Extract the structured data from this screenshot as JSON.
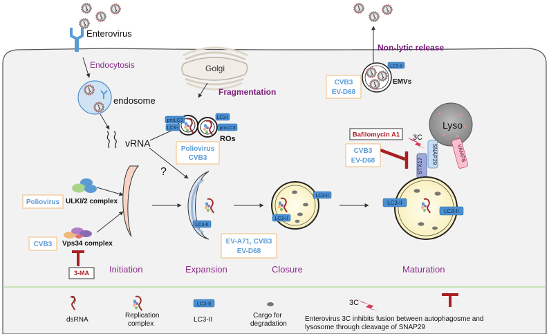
{
  "labels": {
    "enterovirus": "Enterovirus",
    "endocytosis": "Endocytosis",
    "endosome": "endosome",
    "golgi": "Golgi",
    "fragmentation": "Fragmentation",
    "vrna": "vRNA",
    "question": "?",
    "ros": "ROs",
    "non_lytic_release": "Non-lytic release",
    "emvs": "EMVs",
    "lyso": "Lyso",
    "bafilomycin": "Bafilomycin A1",
    "ulk_complex": "ULKI/2 complex",
    "vps34_complex": "Vps34 complex",
    "three_ma": "3-MA",
    "three_c": "3C"
  },
  "protein_labels": {
    "prolc3": "proLC3",
    "lc3_i": "LC3-I",
    "lc3_ii": "LC3-II",
    "stx17": "STX17",
    "snap29": "SNAP29",
    "vamp8": "VAMP8"
  },
  "virus_boxes": {
    "emvs_line1": "CVB3",
    "emvs_line2": "EV-D68",
    "ros_line1": "Poliovirus",
    "ros_line2": "CVB3",
    "maturation_line1": "CVB3",
    "maturation_line2": "EV-D68",
    "ulk": "Poliovirus",
    "vps34": "CVB3",
    "expansion_line1": "EV-A71, CVB3",
    "expansion_line2": "EV-D68"
  },
  "stages": {
    "initiation": "Initiation",
    "expansion": "Expansion",
    "closure": "Closure",
    "maturation": "Maturation"
  },
  "legend": {
    "dsrna": "dsRNA",
    "replication_line1": "Replication",
    "replication_line2": "complex",
    "lc3ii_badge": "LC3-II",
    "lc3ii": "LC3-II",
    "cargo_line1": "Cargo for",
    "cargo_line2": "degradation",
    "three_c": "3C",
    "inhibit_line1": "Enterovirus 3C inhibits fusion between autophagosme and",
    "inhibit_line2": "lysosome through cleavage of SNAP29"
  },
  "colors": {
    "cell_fill": "#f2f2f2",
    "virus_blue": "#5b9bd5",
    "purple_label": "#8b2b8b",
    "fragmentation_purple": "#7b1c7b",
    "lc3_blue": "#4a8fd0",
    "inhibitor_red": "#a81f24",
    "box_orange": "#f0b97a",
    "membrane_pink": "#f6d3c3",
    "lyso_gray": "#9a9a9a",
    "legend_line": "#c7e3b5"
  }
}
